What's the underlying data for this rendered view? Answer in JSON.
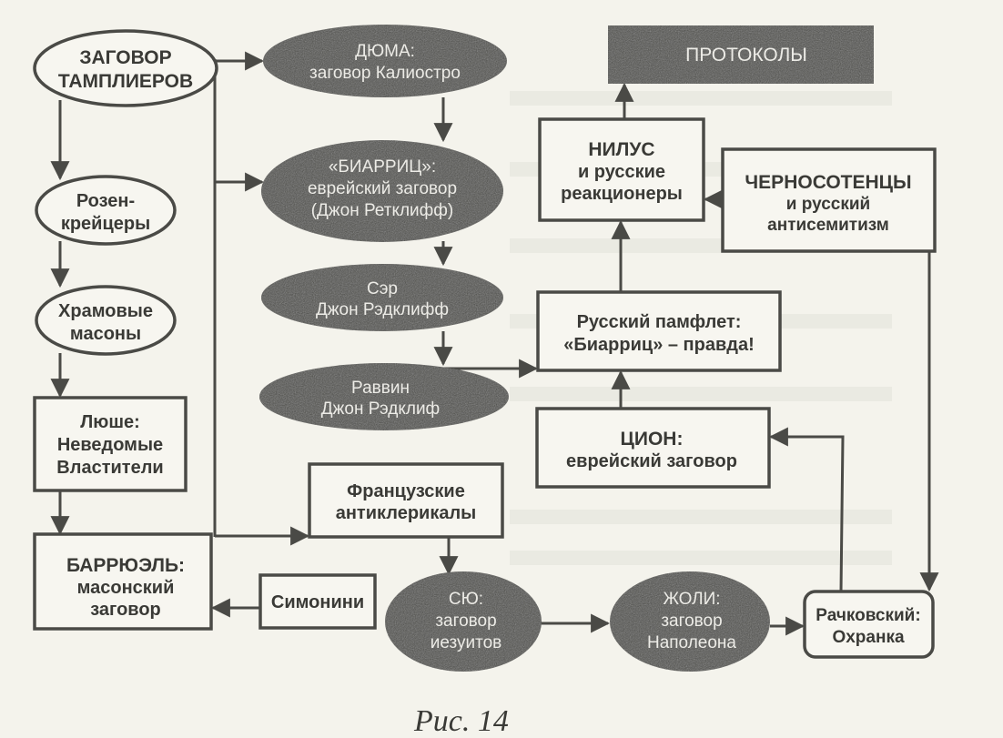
{
  "figure": {
    "caption": "Рис. 14",
    "colors": {
      "paper": "#f4f3ec",
      "ink": "#4a4a46",
      "dark_fill": "#4e4d4a",
      "light_text": "#ecebe6"
    }
  },
  "nodes": {
    "templars": {
      "lines": [
        "ЗАГОВОР",
        "ТАМПЛИЕРОВ"
      ],
      "shape": "ellipse",
      "style": "outline"
    },
    "rosicrucians": {
      "lines": [
        "Розен-",
        "крейцеры"
      ],
      "shape": "ellipse",
      "style": "outline"
    },
    "temple_masons": {
      "lines": [
        "Храмовые",
        "масоны"
      ],
      "shape": "ellipse",
      "style": "outline"
    },
    "luchet": {
      "lines": [
        "Люше:",
        "Неведомые",
        "Властители"
      ],
      "shape": "box",
      "style": "outline"
    },
    "barruel": {
      "lines": [
        "БАРРЮЭЛЬ:",
        "масонский",
        "заговор"
      ],
      "shape": "box",
      "style": "outline"
    },
    "dumas": {
      "lines": [
        "ДЮМА:",
        "заговор Калиостро"
      ],
      "shape": "ellipse",
      "style": "dark"
    },
    "biarritz": {
      "lines": [
        "«БИАРРИЦ»:",
        "еврейский заговор",
        "(Джон Ретклифф)"
      ],
      "shape": "ellipse",
      "style": "dark"
    },
    "sir_john": {
      "lines": [
        "Сэр",
        "Джон Рэдклифф"
      ],
      "shape": "ellipse",
      "style": "dark"
    },
    "rabbi": {
      "lines": [
        "Раввин",
        "Джон Рэдклиф"
      ],
      "shape": "ellipse",
      "style": "dark"
    },
    "anticlericals": {
      "lines": [
        "Французские",
        "антиклерикалы"
      ],
      "shape": "box",
      "style": "outline"
    },
    "simonini": {
      "lines": [
        "Симонини"
      ],
      "shape": "box",
      "style": "outline"
    },
    "sue": {
      "lines": [
        "СЮ:",
        "заговор",
        "иезуитов"
      ],
      "shape": "ellipse",
      "style": "dark"
    },
    "joly": {
      "lines": [
        "ЖОЛИ:",
        "заговор",
        "Наполеона"
      ],
      "shape": "ellipse",
      "style": "dark"
    },
    "rachkovsky": {
      "lines": [
        "Рачковский:",
        "Охранка"
      ],
      "shape": "rounded-box",
      "style": "outline"
    },
    "protocols": {
      "lines": [
        "ПРОТОКОЛЫ"
      ],
      "shape": "box",
      "style": "dark"
    },
    "nilus": {
      "lines": [
        "НИЛУС",
        "и русские",
        "реакционеры"
      ],
      "shape": "box",
      "style": "outline"
    },
    "black_hundreds": {
      "lines": [
        "ЧЕРНОСОТЕНЦЫ",
        "и русский",
        "антисемитизм"
      ],
      "shape": "box",
      "style": "outline"
    },
    "pamphlet": {
      "lines": [
        "Русский памфлет:",
        "«Биарриц» – правда!"
      ],
      "shape": "box",
      "style": "outline"
    },
    "zion": {
      "lines": [
        "ЦИОН:",
        "еврейский заговор"
      ],
      "shape": "box",
      "style": "outline"
    }
  },
  "edges": [
    {
      "from": "templars",
      "to": "rosicrucians"
    },
    {
      "from": "rosicrucians",
      "to": "temple_masons"
    },
    {
      "from": "temple_masons",
      "to": "luchet"
    },
    {
      "from": "luchet",
      "to": "barruel"
    },
    {
      "from": "templars",
      "to": "dumas"
    },
    {
      "from": "templars",
      "to": "biarritz"
    },
    {
      "from": "templars",
      "to": "anticlericals"
    },
    {
      "from": "dumas",
      "to": "biarritz"
    },
    {
      "from": "biarritz",
      "to": "sir_john"
    },
    {
      "from": "sir_john",
      "to": "rabbi"
    },
    {
      "from": "rabbi",
      "to": "pamphlet"
    },
    {
      "from": "pamphlet",
      "to": "nilus"
    },
    {
      "from": "zion",
      "to": "pamphlet"
    },
    {
      "from": "nilus",
      "to": "protocols"
    },
    {
      "from": "black_hundreds",
      "to": "nilus"
    },
    {
      "from": "black_hundreds",
      "to": "rachkovsky"
    },
    {
      "from": "anticlericals",
      "to": "sue"
    },
    {
      "from": "simonini",
      "to": "barruel"
    },
    {
      "from": "sue",
      "to": "joly"
    },
    {
      "from": "joly",
      "to": "rachkovsky"
    },
    {
      "from": "rachkovsky",
      "to": "zion"
    }
  ]
}
